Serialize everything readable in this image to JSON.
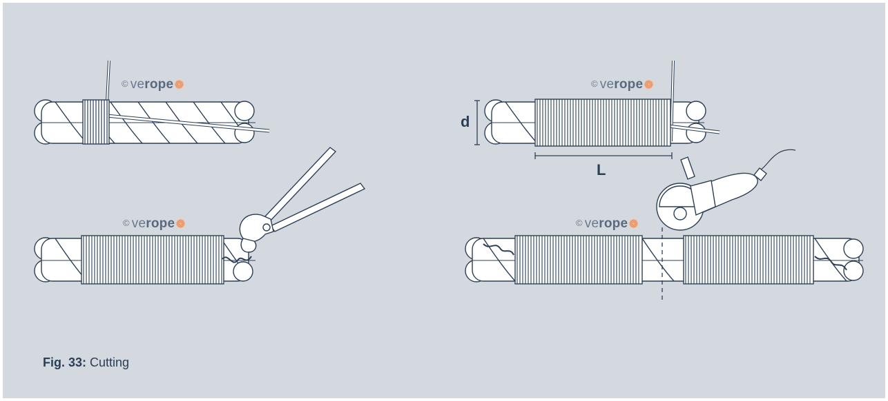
{
  "figure": {
    "caption_number": "Fig. 33:",
    "caption_text": "Cutting"
  },
  "watermark": {
    "copyright_symbol": "©",
    "brand_light": "ve",
    "brand_bold": "rope"
  },
  "dimensions": {
    "diameter_label": "d",
    "length_label": "L"
  },
  "colors": {
    "background": "#d4d9df",
    "line": "#2b3e57",
    "fill": "#ffffff",
    "accent": "#e98452"
  },
  "icons": [
    "pliers-icon",
    "angle-grinder-icon",
    "cut-line-icon"
  ]
}
